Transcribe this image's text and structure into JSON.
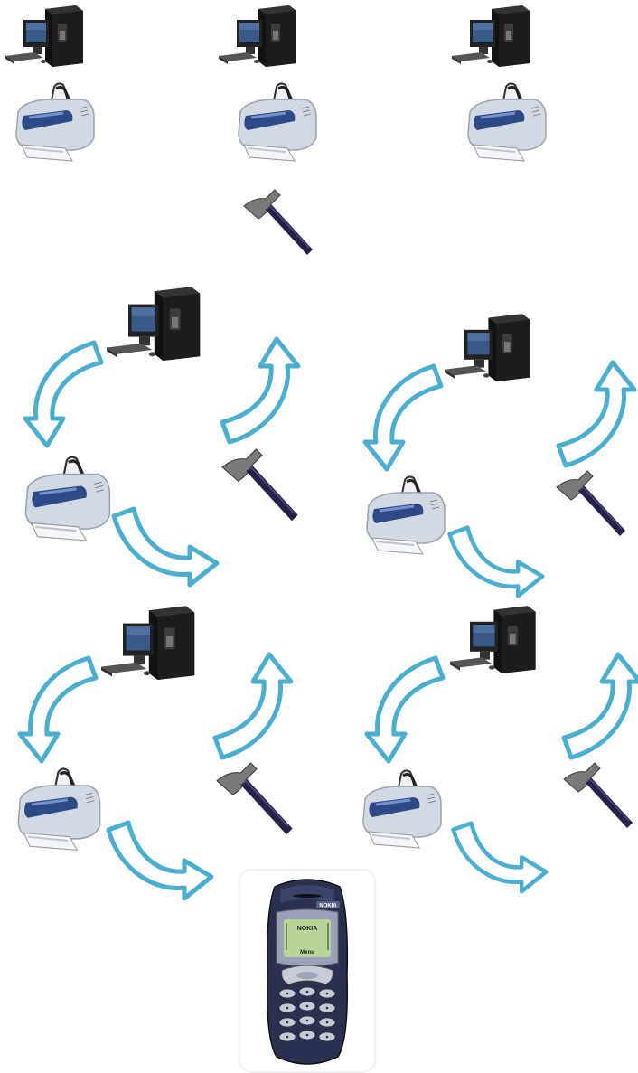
{
  "colors": {
    "background": "#ffffff",
    "arrow_stroke": "#4aaed0",
    "arrow_fill": "#ffffff",
    "computer_dark": "#1b1b1b",
    "computer_screen": "#3a5a8a",
    "printer_body": "#c9d0dc",
    "printer_panel": "#2c4a86",
    "hammer_handle": "#23234a",
    "hammer_head": "#6a6a6a",
    "phone_body": "#2a3050",
    "phone_screen": "#b8d49a"
  },
  "icons": {
    "computer": "desktop-computer-icon",
    "printer": "printer-icon",
    "hammer": "hammer-icon",
    "phone": "mobile-phone-icon",
    "arrow": "curved-arrow-icon"
  },
  "top_row": {
    "columns": 3,
    "items": [
      "computer",
      "printer"
    ]
  },
  "center_tool": "hammer",
  "cycles": {
    "count": 4,
    "steps": [
      "computer",
      "printer",
      "hammer"
    ]
  },
  "phone": {
    "brand": "NOKIA",
    "screen_text": "NOKIA",
    "menu_label": "Menu"
  }
}
